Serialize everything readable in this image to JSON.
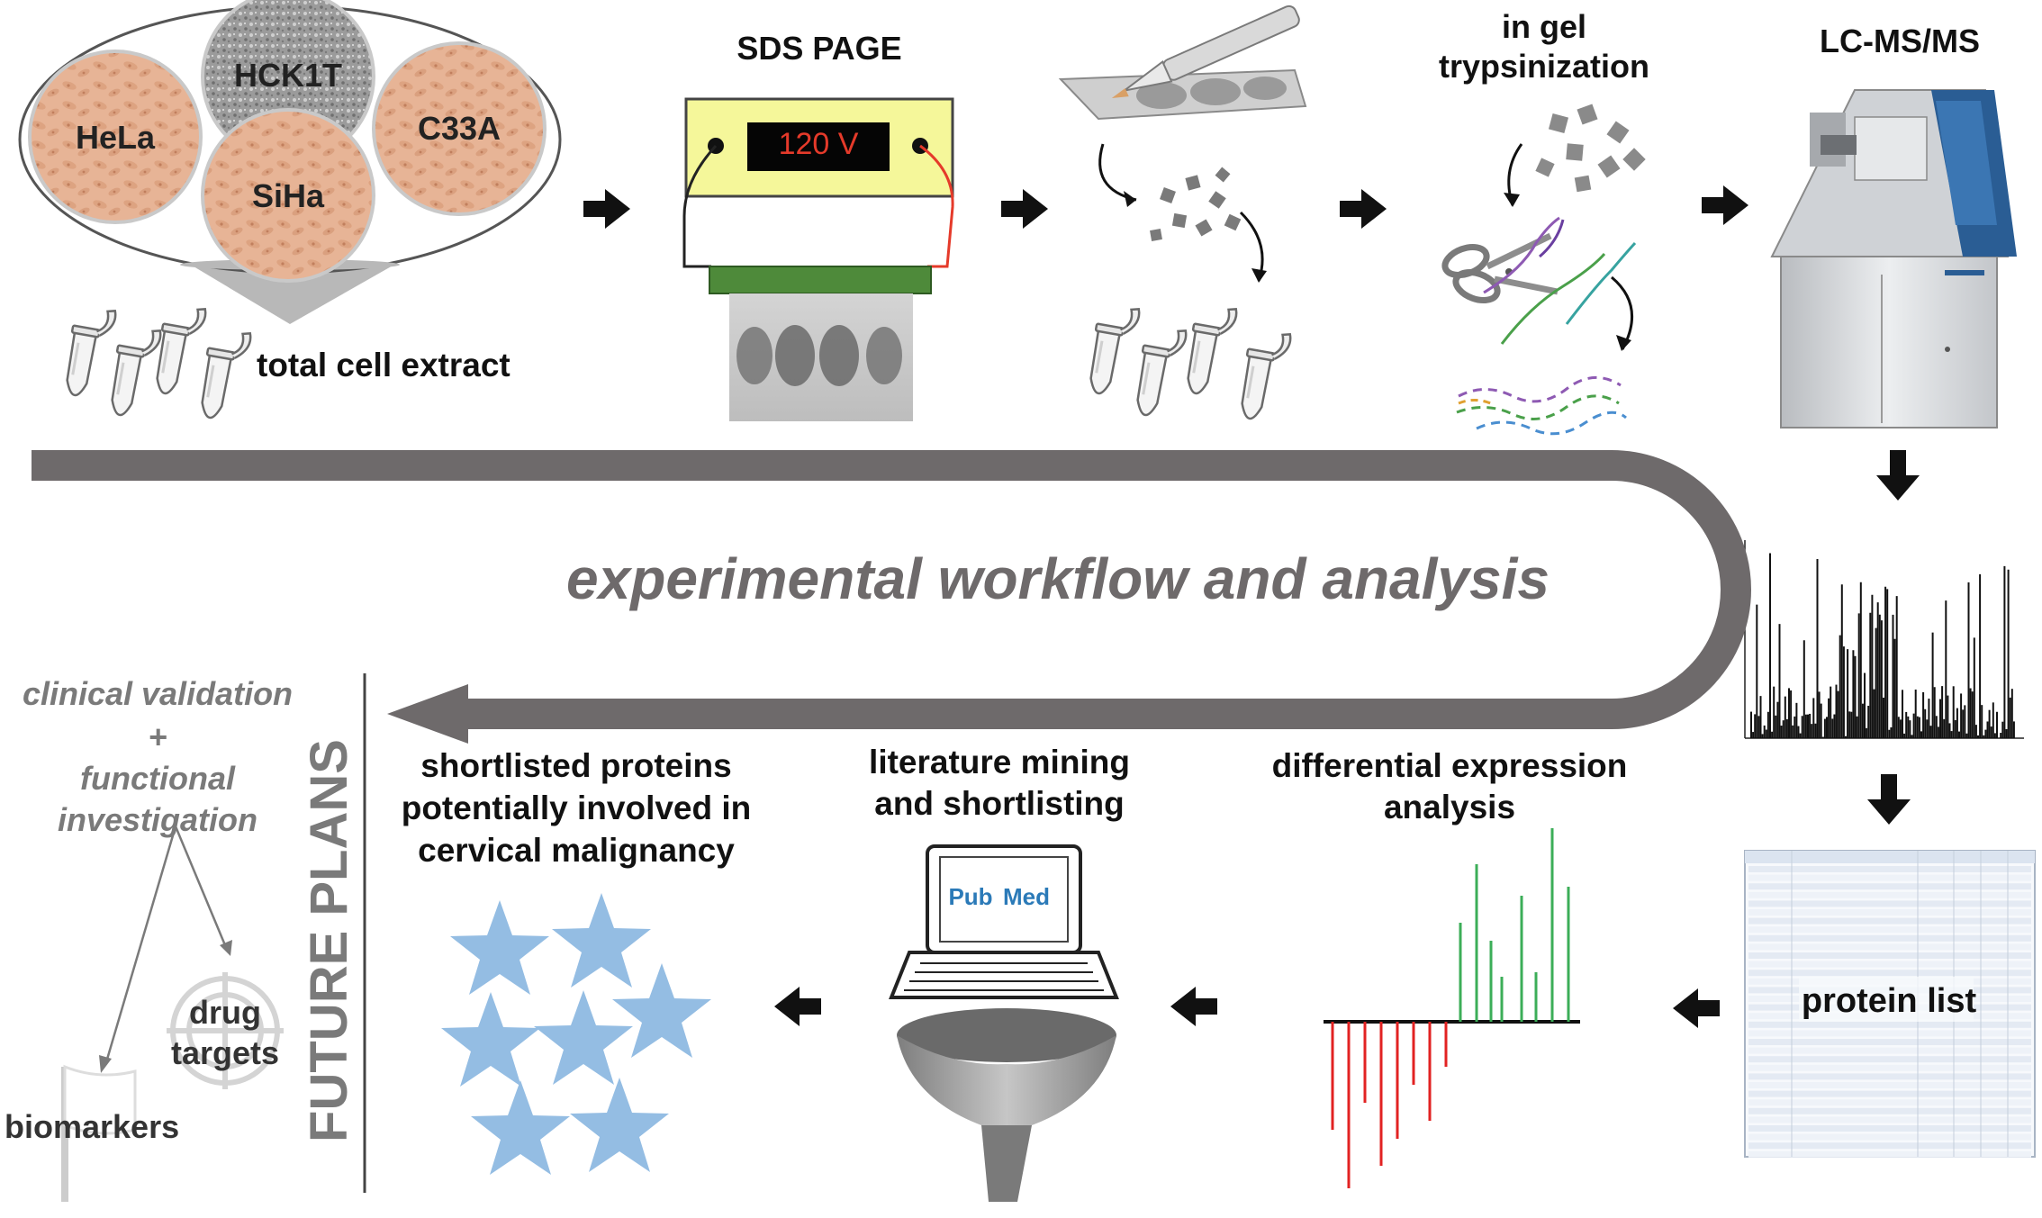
{
  "cell_lines": [
    "HeLa",
    "HCK1T",
    "C33A",
    "SiHa"
  ],
  "step_labels": {
    "total_cell_extract": "total cell extract",
    "sds_page": "SDS PAGE",
    "voltage": "120 V",
    "in_gel": "in gel",
    "trypsinization": "trypsinization",
    "lcms": "LC-MS/MS"
  },
  "workflow_title": "experimental workflow and analysis",
  "analysis_labels": {
    "protein_list": "protein list",
    "differential_line1": "differential expression",
    "differential_line2": "analysis",
    "literature_line1": "literature mining",
    "literature_line2": "and shortlisting",
    "pubmed_pub": "Pub",
    "pubmed_med": "Med",
    "shortlisted_line1": "shortlisted proteins",
    "shortlisted_line2": "potentially involved in",
    "shortlisted_line3": "cervical malignancy"
  },
  "future": {
    "title": "FUTURE PLANS",
    "line1": "clinical validation",
    "plus": "+",
    "line2": "functional",
    "line3": "investigation",
    "drug_line1": "drug",
    "drug_line2": "targets",
    "biomarkers": "biomarkers"
  },
  "colors": {
    "cell_tissue": "#e7b496",
    "hck1t_gray": "#9a9a9a",
    "gel_yellow": "#f5f79a",
    "gel_green": "#4e8a3a",
    "voltage_red": "#e53a2a",
    "band_gray": "#6e6e6e",
    "arrow_black": "#111111",
    "workflow_gray": "#6e6a6b",
    "star_blue": "#94bde3",
    "pubmed_blue": "#2b7ab8",
    "up_green": "#3cae58",
    "down_red": "#e22222",
    "machine_blue": "#2a5d94"
  }
}
